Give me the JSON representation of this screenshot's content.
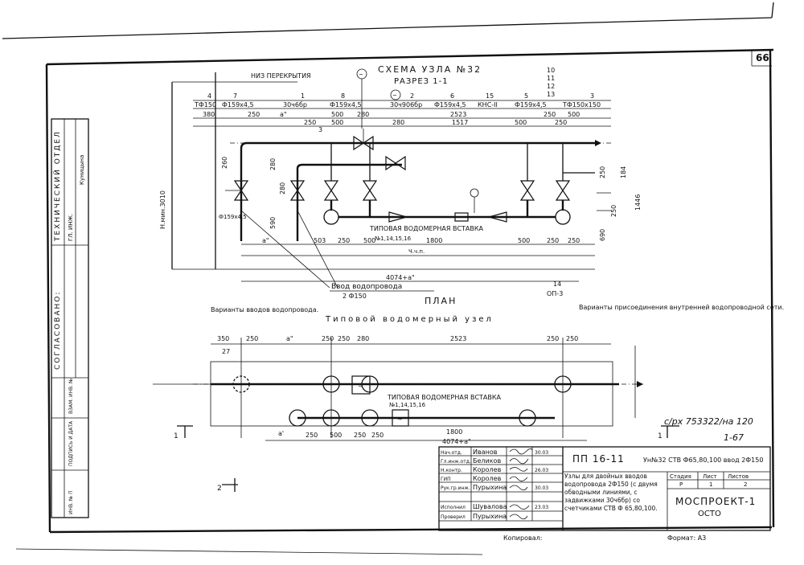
{
  "sheet": {
    "page_number": "66",
    "scheme_title": "СХЕМА УЗЛА №32",
    "section_label": "РАЗРЕЗ 1-1",
    "plan_label": "ПЛАН",
    "floor_label": "НИЗ ПЕРЕКРЫТИЯ",
    "floor_level": "Н.мин.3010"
  },
  "section": {
    "callouts": [
      "4",
      "7",
      "1",
      "8",
      "2",
      "6",
      "15",
      "5",
      "3",
      "10",
      "11",
      "12",
      "13",
      "14"
    ],
    "top_specs": [
      "ТФ150",
      "Ф159х4,5",
      "30ч6бр",
      "Ф159х4,5",
      "30ч906бр",
      "Ф159х4,5",
      "КНС-II",
      "Ф159х4,5",
      "ТФ150х150"
    ],
    "top_dims": [
      "380",
      "250",
      "а\"",
      "250",
      "500",
      "280",
      "500",
      "280",
      "2523",
      "1517",
      "500",
      "250",
      "500",
      "250",
      "3"
    ],
    "left_dims": [
      "260",
      "280",
      "280",
      "590"
    ],
    "right_dims": [
      "250",
      "184",
      "250",
      "1446",
      "690"
    ],
    "bottom_dims": [
      "а\"",
      "503",
      "250",
      "500",
      "1800",
      "500",
      "250",
      "250",
      "4074+а\""
    ],
    "left_spec": "Ф159х4,5",
    "meter_insert": "ТИПОВАЯ ВОДОМЕРНАЯ ВСТАВКА",
    "meter_numbers": "№1,14,15,16",
    "water_level": "Ч.ч.п.",
    "inlet_label": "Ввод водопровода",
    "inlet_spec": "2 Ф150",
    "op_label": "ОП-3"
  },
  "plan": {
    "inlet_variants": "Варианты вводов водопровода.",
    "typical_node": "Типовой водомерный узел",
    "connection_variants": "Варианты присоединения внутренней водопроводной сети.",
    "top_dims": [
      "350",
      "250",
      "а\"",
      "250",
      "250",
      "280",
      "2523",
      "250",
      "250"
    ],
    "bottom_dims": [
      "а'",
      "250",
      "500",
      "250",
      "250",
      "1800",
      "4074+а\""
    ],
    "left_dim": "27",
    "meter_insert": "ТИПОВАЯ ВОДОМЕРНАЯ ВСТАВКА",
    "meter_numbers": "№1,14,15,16",
    "section_marks": [
      "1",
      "1"
    ],
    "mark_2": "2",
    "handwritten_ref": "с/рх 753322/на 120",
    "handwritten_sheet": "1-67"
  },
  "left_stamp": {
    "dept": "ТЕХНИЧЕСКИЙ ОТДЕЛ",
    "rows": [
      "ГЛ. ИНЖ.",
      "Куницына"
    ],
    "agreed": "СОГЛАСОВАНО:",
    "bottom_cells": [
      "ИНВ. № П",
      "ПОДПИСЬ И ДАТА",
      "ВЗАМ. ИНВ. №"
    ]
  },
  "title_block": {
    "doc_code": "ПП 16-11",
    "node_title": "Ун№32 СТВ Ф65,80,100 ввод 2Ф150",
    "description": "Узлы для двойных вводов водопровода 2Ф150 (с двумя обводными линиями, с задвижками 30ч6бр) со счетчиками СТВ Ф 65,80,100.",
    "org": "МОСПРОЕКТ-1",
    "org_sub": "ОСТО",
    "stage_headers": [
      "Стадия",
      "Лист",
      "Листов"
    ],
    "stage_values": [
      "Р",
      "1",
      "2"
    ],
    "staff": [
      {
        "role": "Нач.отд.",
        "name": "Иванов",
        "date": "30.03"
      },
      {
        "role": "Гл.инж.отд.",
        "name": "Беликов",
        "date": ""
      },
      {
        "role": "Н.контр.",
        "name": "Королев",
        "date": "26.03"
      },
      {
        "role": "ГИП",
        "name": "Королев",
        "date": ""
      },
      {
        "role": "Рук.гр.инж.",
        "name": "Пурыхина",
        "date": "30.03"
      },
      {
        "role": "",
        "name": "",
        "date": ""
      },
      {
        "role": "Исполнил",
        "name": "Шувалова",
        "date": "23.03"
      },
      {
        "role": "Проверил",
        "name": "Пурыхина",
        "date": ""
      }
    ],
    "copied": "Копировал:",
    "format": "Формат: А3"
  }
}
